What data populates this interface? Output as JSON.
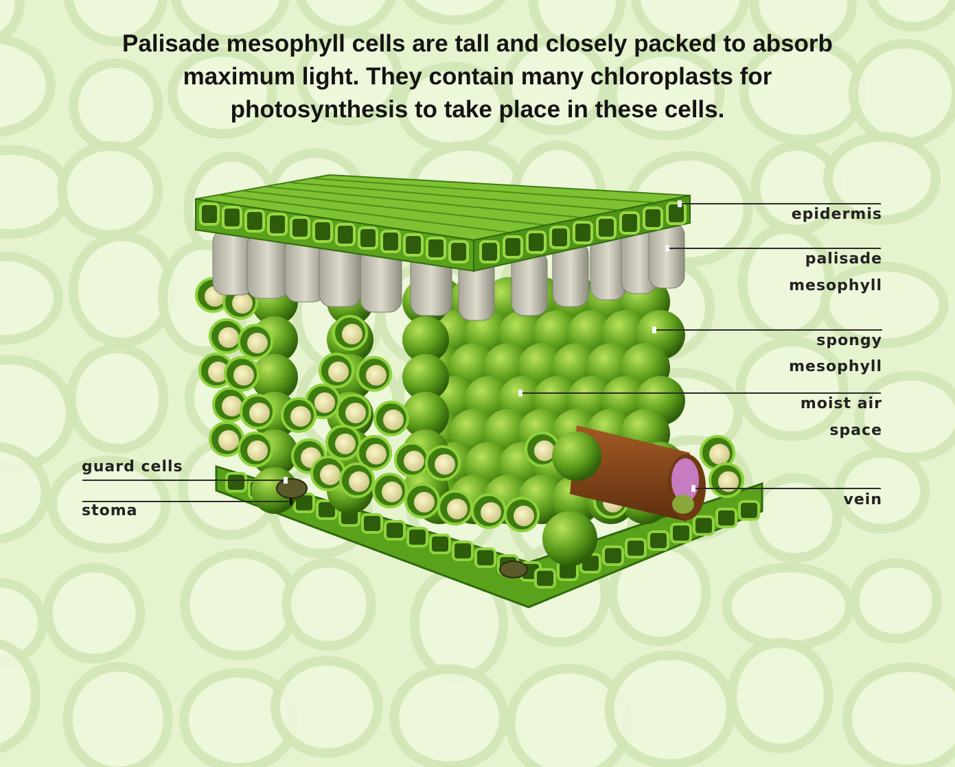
{
  "title": {
    "lines": [
      "Palisade mesophyll cells are tall and closely packed to absorb",
      "maximum light. They contain many chloroplasts for",
      "photosynthesis to take place in these cells."
    ]
  },
  "labels": {
    "epidermis": "epidermis",
    "palisade_1": "palisade",
    "palisade_2": "mesophyll",
    "spongy_1": "spongy",
    "spongy_2": "mesophyll",
    "air_1": "moist air",
    "air_2": "space",
    "vein": "vein",
    "guard_cells": "guard cells",
    "stoma": "stoma"
  },
  "colors": {
    "background": "#e6f3cf",
    "cell_green": "#5f9e1e",
    "palisade_grey": "#c9c7b8",
    "vein_brown": "#8a4a1c",
    "xylem_pink": "#c77bc0"
  }
}
